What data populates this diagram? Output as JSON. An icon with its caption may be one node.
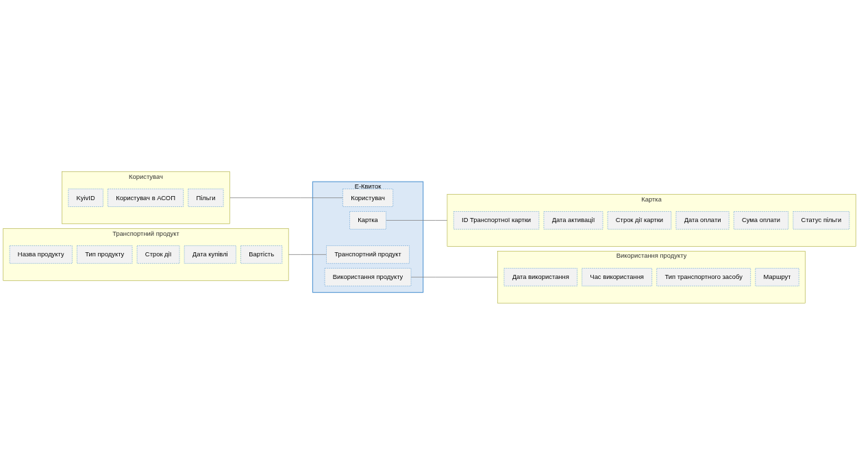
{
  "diagram": {
    "nodes": [
      {
        "text": [
          "Користувач"
        ]
      },
      {
        "text": [
          "KyivID"
        ],
        "in": 0
      },
      {
        "text": [
          "Користувач в АСОП"
        ],
        "in": 0
      },
      {
        "text": [
          "Пільги"
        ],
        "in": 0
      },
      {
        "text": [
          "Транспортний продукт"
        ]
      },
      {
        "text": [
          "Назва продукту"
        ],
        "in": 4
      },
      {
        "text": [
          "Тип продукту"
        ],
        "in": 4
      },
      {
        "text": [
          "Строк дії"
        ],
        "in": 4
      },
      {
        "text": [
          "Дата купівлі"
        ],
        "in": 4
      },
      {
        "text": [
          "Вартість"
        ],
        "in": 4
      },
      {
        "text": [
          "Е-Квиток"
        ]
      },
      {
        "text": [
          "Користувач"
        ],
        "in": 10
      },
      {
        "text": [
          "Картка"
        ],
        "in": 10
      },
      {
        "text": [
          "Транспортний продукт"
        ],
        "in": 10
      },
      {
        "text": [
          "Використання продукту"
        ],
        "in": 10
      },
      {
        "text": [
          "Картка"
        ]
      },
      {
        "text": [
          "ID Транспортної картки"
        ],
        "in": 15
      },
      {
        "text": [
          "Дата активації"
        ],
        "in": 15
      },
      {
        "text": [
          "Строк дії картки"
        ],
        "in": 15
      },
      {
        "text": [
          "Дата оплати"
        ],
        "in": 15
      },
      {
        "text": [
          "Сума оплати"
        ],
        "in": 15
      },
      {
        "text": [
          "Статус пільги"
        ],
        "in": 15
      },
      {
        "text": [
          "Використання продукту"
        ]
      },
      {
        "text": [
          "Дата використання"
        ],
        "in": 22
      },
      {
        "text": [
          "Час використання"
        ],
        "in": 22
      },
      {
        "text": [
          "Тип транспортного засобу"
        ],
        "in": 22
      },
      {
        "text": [
          "Маршрут"
        ],
        "in": 22
      }
    ],
    "edges": [
      {
        "from": 0,
        "to": 11,
        "arrow": "none"
      },
      {
        "from": 4,
        "to": 13,
        "arrow": "none"
      },
      {
        "from": 12,
        "to": 15,
        "arrow": "none"
      },
      {
        "from": 14,
        "to": 22,
        "arrow": "none"
      }
    ]
  }
}
